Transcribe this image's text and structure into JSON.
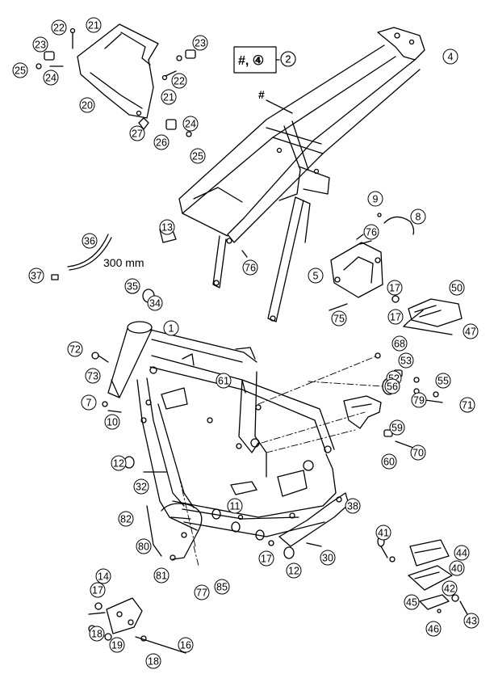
{
  "diagram": {
    "assembly_box_text": "#, ④",
    "assembly_box_number": "2",
    "frame_marker": "#",
    "hose_length_label": "300 mm",
    "callouts": [
      "1",
      "2",
      "4",
      "5",
      "7",
      "8",
      "9",
      "10",
      "11",
      "12",
      "12",
      "13",
      "14",
      "16",
      "17",
      "17",
      "17",
      "17",
      "18",
      "18",
      "19",
      "20",
      "21",
      "21",
      "22",
      "22",
      "23",
      "23",
      "24",
      "24",
      "25",
      "25",
      "26",
      "27",
      "30",
      "32",
      "34",
      "35",
      "36",
      "37",
      "38",
      "40",
      "41",
      "42",
      "43",
      "44",
      "45",
      "46",
      "47",
      "50",
      "52",
      "53",
      "55",
      "56",
      "59",
      "60",
      "61",
      "68",
      "70",
      "71",
      "72",
      "73",
      "75",
      "76",
      "76",
      "77",
      "79",
      "80",
      "81",
      "82",
      "85"
    ]
  }
}
